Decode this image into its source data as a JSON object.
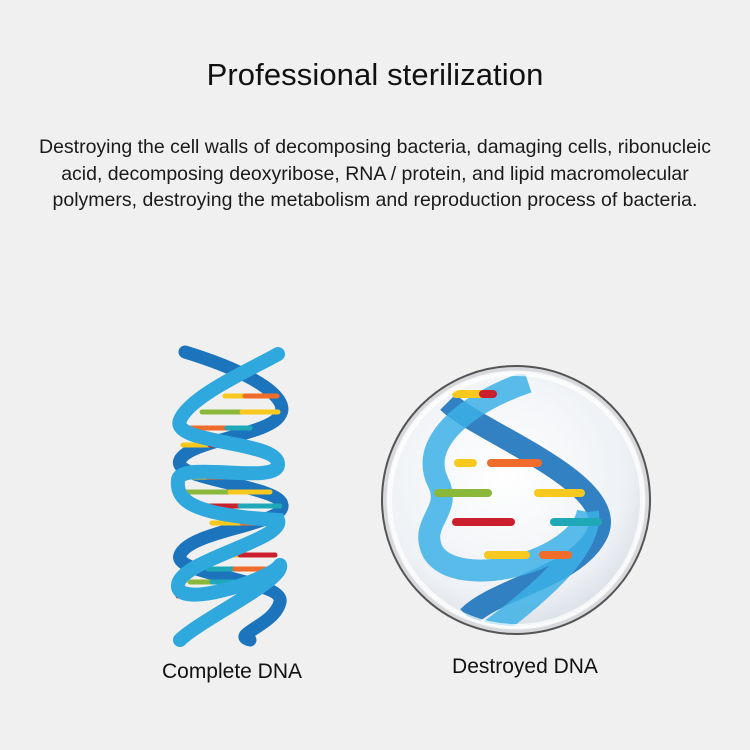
{
  "header": {
    "title": "Professional sterilization",
    "description": "Destroying the cell walls of decomposing bacteria, damaging cells, ribonucleic acid, decomposing deoxyribose, RNA / protein, and lipid macromolecular polymers, destroying the metabolism and reproduction process of bacteria."
  },
  "figures": [
    {
      "label": "Complete DNA",
      "icon": "dna-double-helix-icon"
    },
    {
      "label": "Destroyed DNA",
      "icon": "broken-dna-in-lens-icon"
    }
  ],
  "colors": {
    "background": "#f0f0f0",
    "strand_light": "#2fa8dd",
    "strand_dark": "#1c74bd",
    "base_yellow": "#f7c81e",
    "base_orange": "#ef6c2a",
    "base_green": "#8ab83a",
    "base_red": "#cc1f2e",
    "base_teal": "#1fa9b8"
  }
}
